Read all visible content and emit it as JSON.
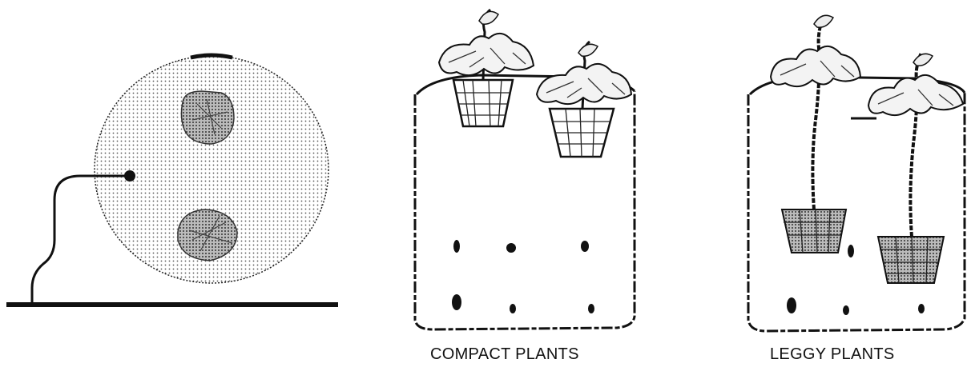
{
  "captions": {
    "compact": "COMPACT PLANTS",
    "leggy": "LEGGY PLANTS"
  },
  "colors": {
    "ink": "#111111",
    "stipple": "#555555",
    "foliage": "#222222"
  },
  "panels": [
    {
      "name": "top-view",
      "icon": "container-top-view-icon"
    },
    {
      "name": "compact-plants",
      "icon": "container-with-compact-plants-icon"
    },
    {
      "name": "leggy-plants",
      "icon": "container-with-leggy-plants-icon"
    }
  ]
}
